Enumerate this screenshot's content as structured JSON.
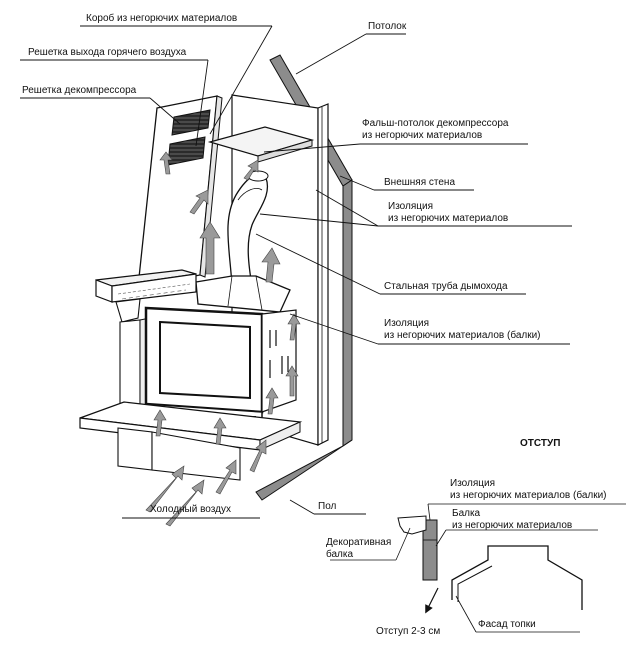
{
  "labels": {
    "duct_box": "Короб из негорючих материалов",
    "hot_air_grille": "Решетка выхода горячего воздуха",
    "decompressor_grille": "Решетка декомпрессора",
    "ceiling": "Потолок",
    "false_ceiling": [
      "Фальш-потолок декомпрессора",
      "из негорючих материалов"
    ],
    "outer_wall": "Внешняя стена",
    "insulation": [
      "Изоляция",
      "из негорючих материалов"
    ],
    "steel_pipe": "Стальная труба дымохода",
    "insulation_beams": [
      "Изоляция",
      "из негорючих материалов (балки)"
    ],
    "cold_air": "Холодный воздух",
    "floor": "Пол"
  },
  "inset": {
    "title": "ОТСТУП",
    "insulation_beams": [
      "Изоляция",
      "из негорючих материалов (балки)"
    ],
    "beam": [
      "Балка",
      "из негорючих материалов"
    ],
    "decorative_beam": [
      "Декоративная",
      "балка"
    ],
    "firebox_facade": "Фасад топки",
    "offset": "Отступ 2-3 см"
  },
  "colors": {
    "line": "#111111",
    "wall_gray": "#8c8c8c",
    "arrow_gray": "#9a9a9a",
    "grille_dark": "#2b2b2b",
    "background": "#ffffff"
  }
}
